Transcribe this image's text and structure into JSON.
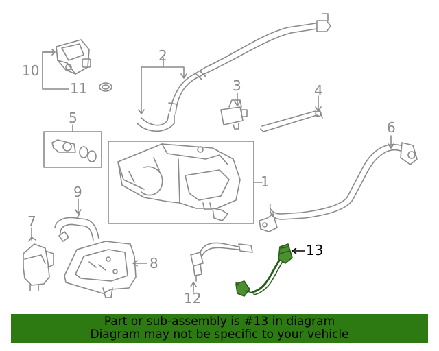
{
  "callouts": {
    "c1": "1",
    "c2": "2",
    "c3": "3",
    "c4": "4",
    "c5": "5",
    "c6": "6",
    "c7": "7",
    "c8": "8",
    "c9": "9",
    "c10": "10",
    "c11": "11",
    "c12": "12",
    "c13": "13"
  },
  "highlight_part": "13",
  "colors": {
    "line": "#8a8a8a",
    "highlight": "#2a5e1e",
    "footer_bg": "#2d7a12"
  },
  "footer": {
    "line1": "Part or sub-assembly is #13 in diagram",
    "line2": "Diagram may not be specific to your vehicle"
  }
}
